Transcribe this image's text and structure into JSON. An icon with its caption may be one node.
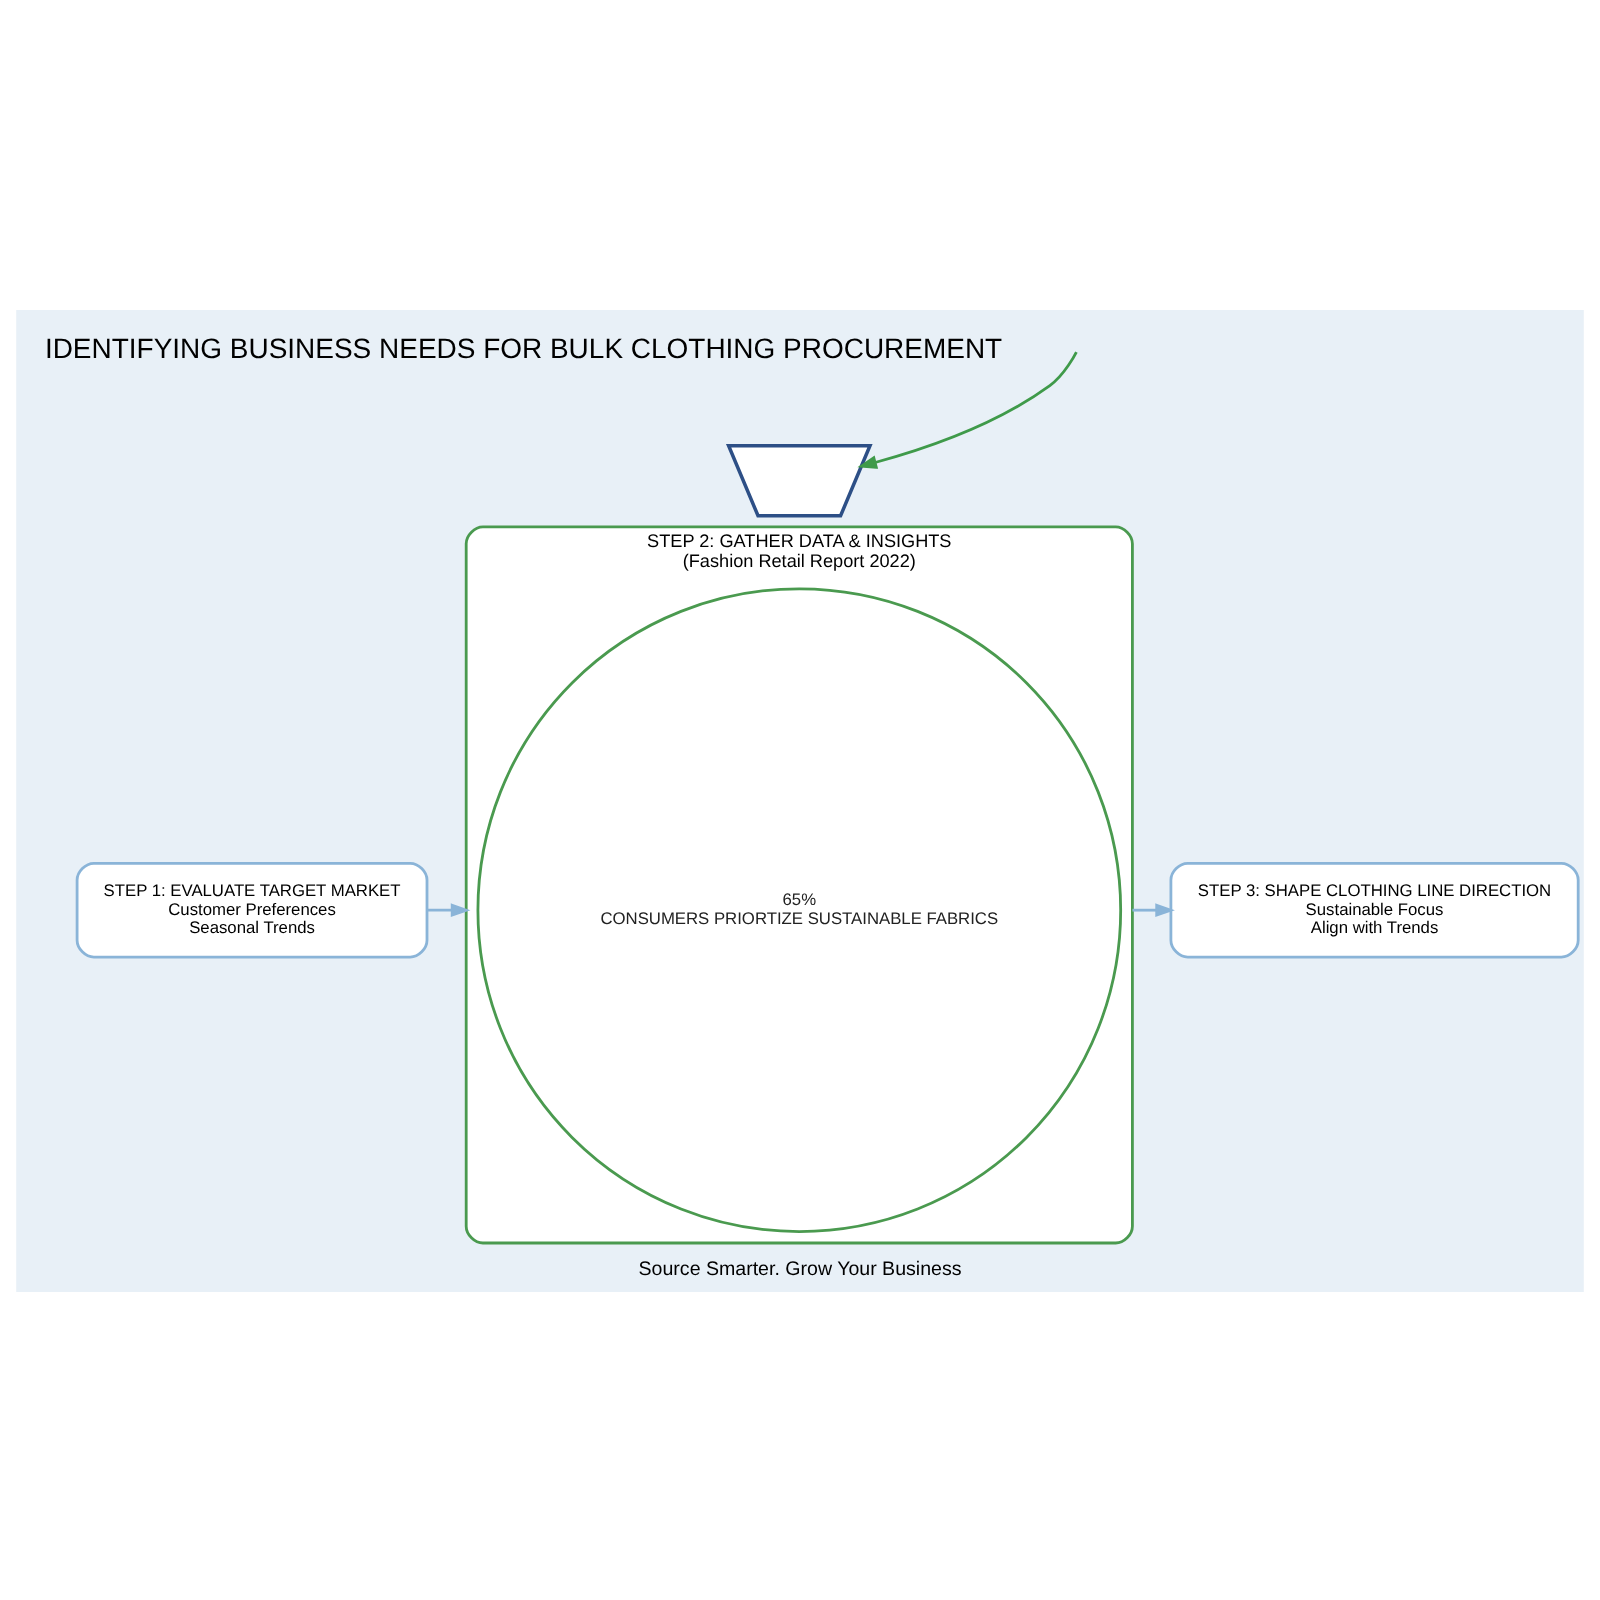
{
  "diagram": {
    "title": "IDENTIFYING BUSINESS NEEDS FOR BULK CLOTHING PROCUREMENT",
    "caption": "Source Smarter. Grow Your Business",
    "nodes": [
      {
        "text": [],
        "shape": "funnel"
      },
      {
        "text": [
          "STEP 1: EVALUATE TARGET MARKET",
          "Customer Preferences",
          "Seasonal Trends"
        ]
      },
      {
        "text": [
          "STEP 2: GATHER DATA & INSIGHTS",
          "(Fashion Retail Report 2022)"
        ]
      },
      {
        "text": [
          "65%",
          "CONSUMERS PRIORTIZE SUSTAINABLE FABRICS"
        ],
        "in": 2
      },
      {
        "text": [
          "STEP 3: SHAPE CLOTHING LINE DIRECTION",
          "Sustainable Focus",
          "Align with Trends"
        ]
      }
    ],
    "edges": [
      {
        "from": null,
        "to": 0,
        "arrow": "to",
        "color": "#3f9a4a"
      },
      {
        "from": 1,
        "to": 2,
        "arrow": "to"
      },
      {
        "from": 2,
        "to": 4,
        "arrow": "to"
      }
    ]
  }
}
